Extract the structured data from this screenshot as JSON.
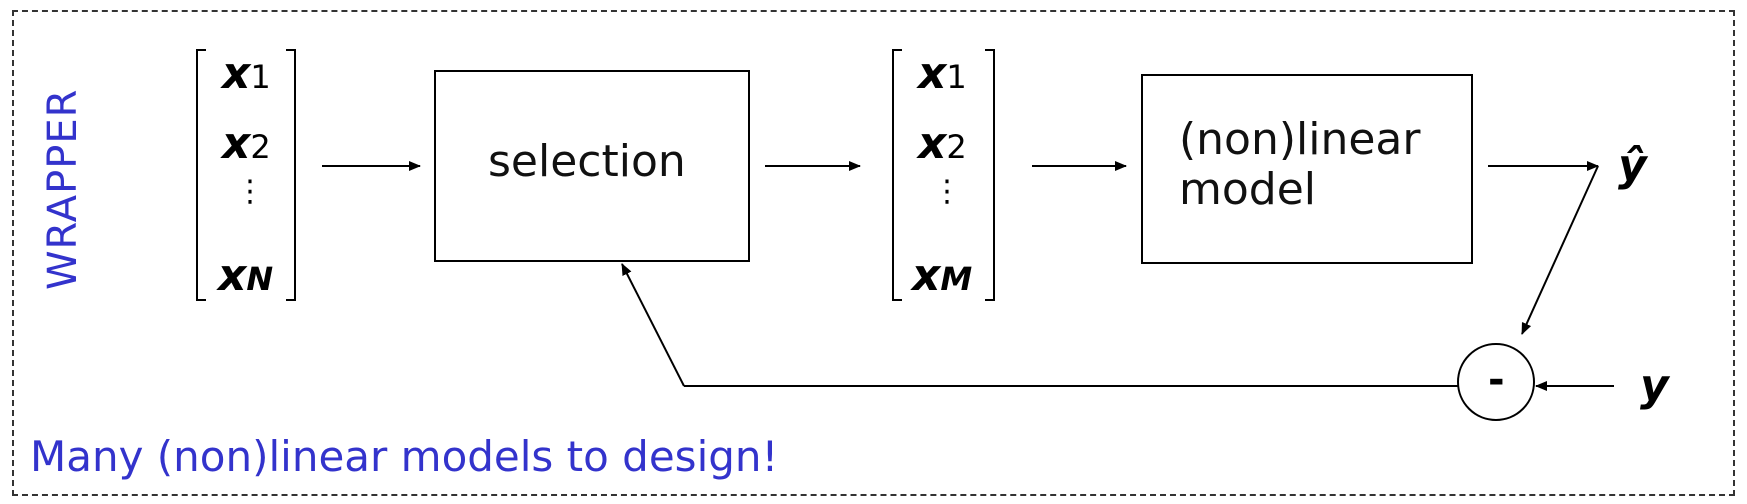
{
  "wrapper_label": "WRAPPER",
  "footer_text": "Many (non)linear models to design!",
  "selection_box": {
    "label": "selection"
  },
  "model_box": {
    "line1": "(non)linear",
    "line2": "model"
  },
  "input_vector": {
    "x1": {
      "base": "x",
      "sub": "1"
    },
    "x2": {
      "base": "x",
      "sub": "2"
    },
    "dots": "⋮",
    "xN": {
      "base": "x",
      "sub": "N"
    }
  },
  "selected_vector": {
    "x1": {
      "base": "x",
      "sub": "1"
    },
    "x2": {
      "base": "x",
      "sub": "2"
    },
    "dots": "⋮",
    "xM": {
      "base": "x",
      "sub": "M"
    }
  },
  "output_label": "ŷ",
  "target_label": "y",
  "comparator_symbol": "-"
}
